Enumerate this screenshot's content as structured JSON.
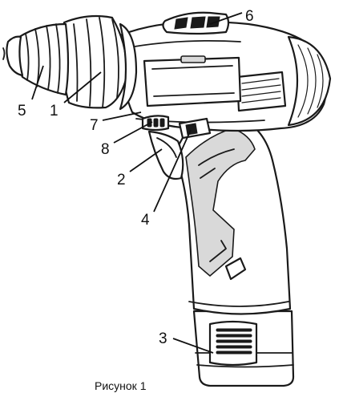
{
  "figure": {
    "caption": "Рисунок 1",
    "callouts": [
      {
        "id": "1",
        "label": "1"
      },
      {
        "id": "2",
        "label": "2"
      },
      {
        "id": "3",
        "label": "3"
      },
      {
        "id": "4",
        "label": "4"
      },
      {
        "id": "5",
        "label": "5"
      },
      {
        "id": "6",
        "label": "6"
      },
      {
        "id": "7",
        "label": "7"
      },
      {
        "id": "8",
        "label": "8"
      }
    ]
  }
}
